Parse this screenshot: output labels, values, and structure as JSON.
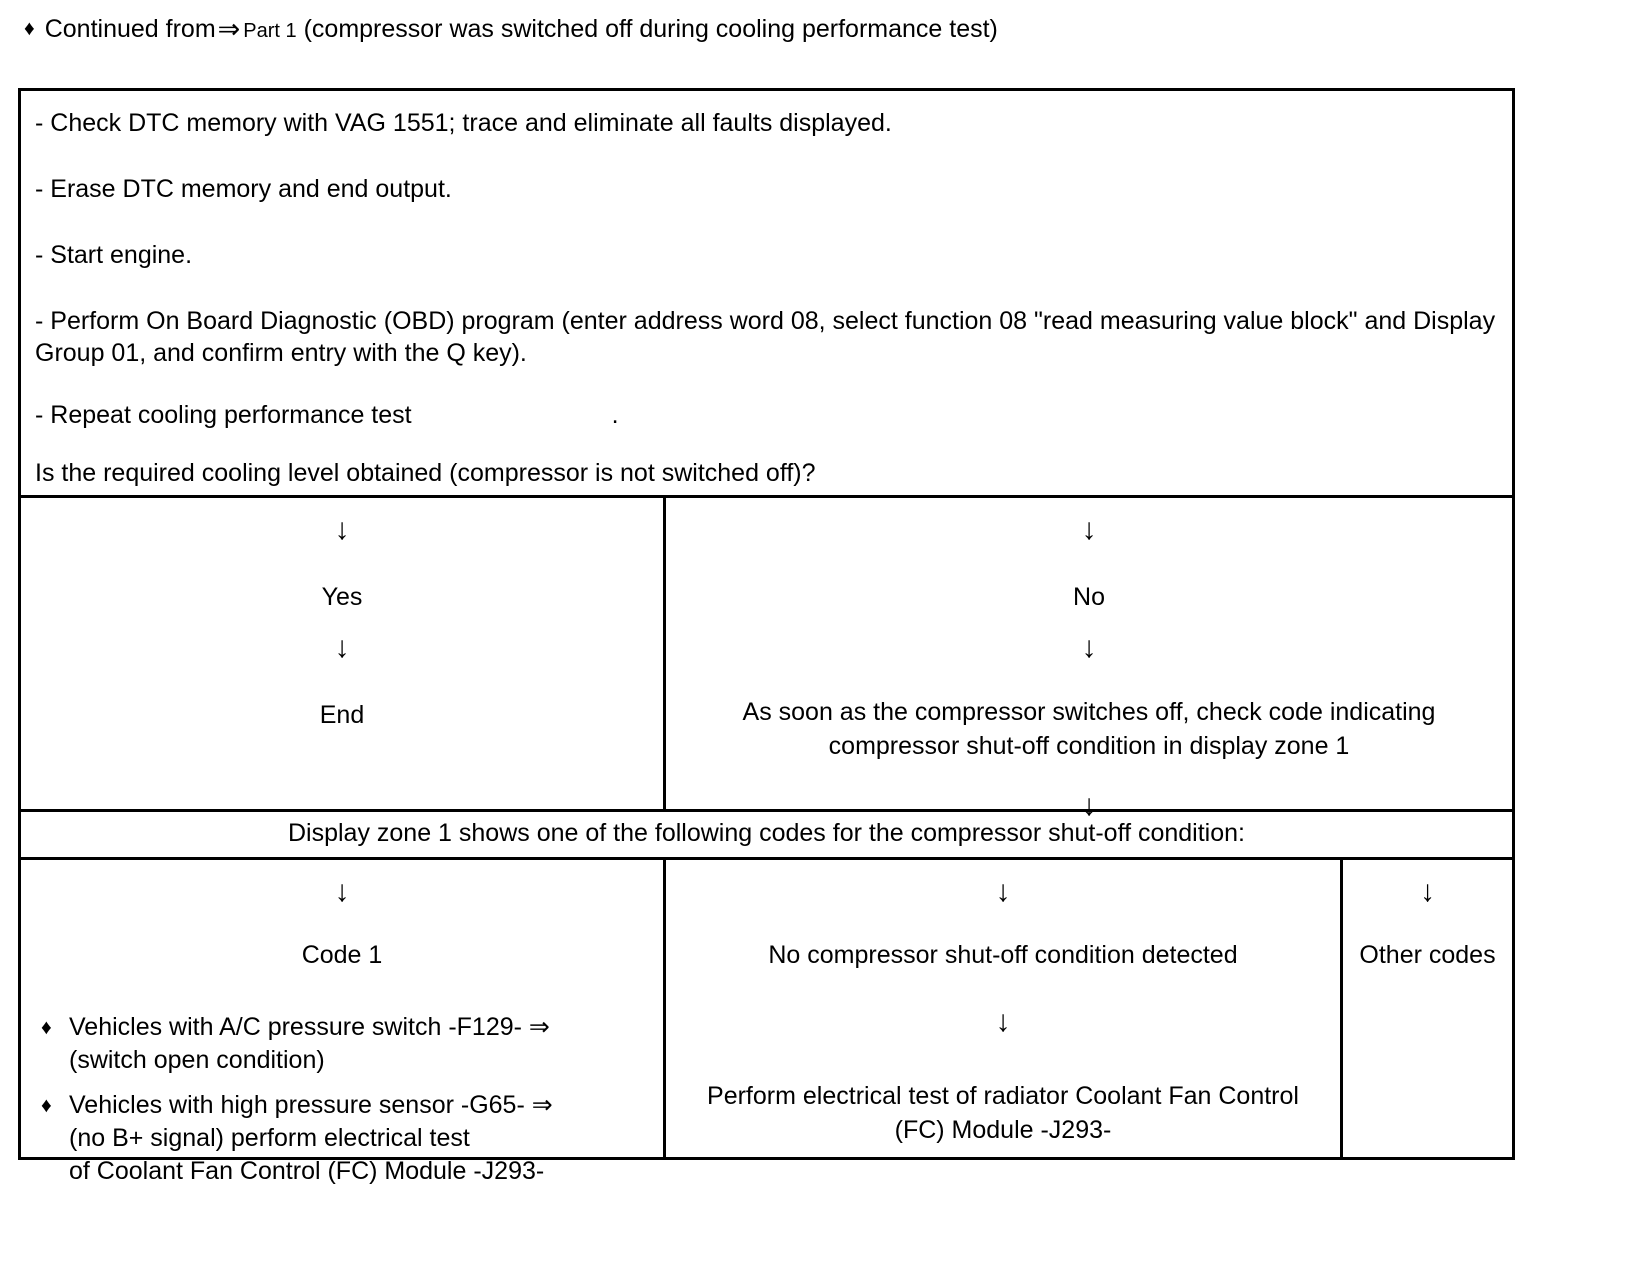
{
  "header": {
    "bullet_glyph": "♦",
    "text_before_ref": "Continued from",
    "arrow_glyph": "⇒",
    "reference": "Part 1",
    "text_after_ref": "(compressor was switched off during cooling performance test)"
  },
  "instructions": {
    "line1": "- Check DTC memory with VAG 1551; trace and eliminate all faults displayed.",
    "line2": "- Erase DTC memory and end output.",
    "line3": "- Start engine.",
    "line4": "- Perform On Board Diagnostic (OBD) program (enter address word 08, select function 08 \"read measuring value block\" and Display Group 01, and confirm entry with the Q key).",
    "line5": "- Repeat cooling performance test",
    "line5_trailing_mark": ".",
    "question": "Is the required cooling level obtained (compressor is not switched off)?"
  },
  "decision": {
    "arrow_glyph": "↓",
    "yes": {
      "label": "Yes",
      "result": "End"
    },
    "no": {
      "label": "No",
      "action_line1": "As soon as the compressor switches off, check code indicating",
      "action_line2": "compressor shut-off condition in display zone 1"
    }
  },
  "band": {
    "text": "Display zone 1 shows one of the following codes for the compressor shut-off condition:"
  },
  "codes": {
    "arrow_glyph": "↓",
    "bullet_glyph": "♦",
    "ref_arrow_glyph": "⇒",
    "code1": {
      "heading": "Code 1",
      "bullets": [
        {
          "line1": "Vehicles with A/C pressure switch -F129- ⇒",
          "line2": "(switch open condition)"
        },
        {
          "line1": "Vehicles with high pressure sensor -G65- ⇒",
          "line2": "(no B+ signal) perform electrical test",
          "line3": "of Coolant Fan Control (FC) Module -J293-"
        }
      ]
    },
    "none_detected": {
      "heading": "No compressor shut-off condition detected",
      "action_line1": "Perform electrical test of radiator Coolant Fan Control",
      "action_line2": "(FC) Module -J293-"
    },
    "other": {
      "heading": "Other codes"
    }
  }
}
